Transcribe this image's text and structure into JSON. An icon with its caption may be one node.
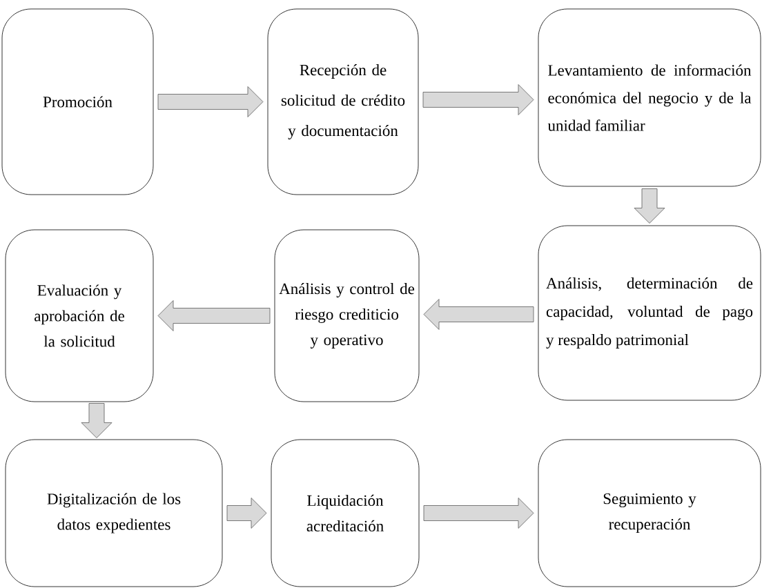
{
  "diagram": {
    "nodes": [
      {
        "text": [
          "Promoción"
        ]
      },
      {
        "text": [
          "Recepción de solicitud de crédito y documentación"
        ]
      },
      {
        "text": [
          "Levantamiento de información económica del negocio y de la unidad familiar"
        ]
      },
      {
        "text": [
          "Análisis, determinación de capacidad, voluntad de pago y respaldo patrimonial"
        ]
      },
      {
        "text": [
          "Análisis y control de riesgo crediticio y operativo"
        ]
      },
      {
        "text": [
          "Evaluación y aprobación de la solicitud"
        ]
      },
      {
        "text": [
          "Digitalización de los datos expedientes"
        ]
      },
      {
        "text": [
          "Liquidación acreditación"
        ]
      },
      {
        "text": [
          "Seguimiento y recuperación"
        ]
      }
    ],
    "edges": [
      {
        "from": 0,
        "to": 1,
        "arrow": "to"
      },
      {
        "from": 1,
        "to": 2,
        "arrow": "to"
      },
      {
        "from": 2,
        "to": 3,
        "arrow": "to"
      },
      {
        "from": 3,
        "to": 4,
        "arrow": "to"
      },
      {
        "from": 4,
        "to": 5,
        "arrow": "to"
      },
      {
        "from": 5,
        "to": 6,
        "arrow": "to"
      },
      {
        "from": 6,
        "to": 7,
        "arrow": "to"
      },
      {
        "from": 7,
        "to": 8,
        "arrow": "to"
      }
    ]
  }
}
